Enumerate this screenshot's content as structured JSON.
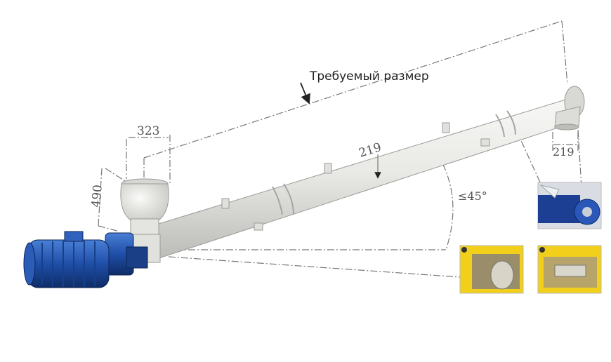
{
  "labels": {
    "required_size": "Требуемый размер",
    "dim_323": "323",
    "dim_490": "490",
    "dim_219_pipe": "219",
    "dim_219_outlet": "219",
    "angle": "≤45°"
  },
  "colors": {
    "pipe": "#e8e8e6",
    "motor": "#1f4fa8",
    "dim_line": "#777777",
    "thumb_yellow": "#f2cf1a"
  },
  "icons": [
    "arrow-down-icon"
  ]
}
